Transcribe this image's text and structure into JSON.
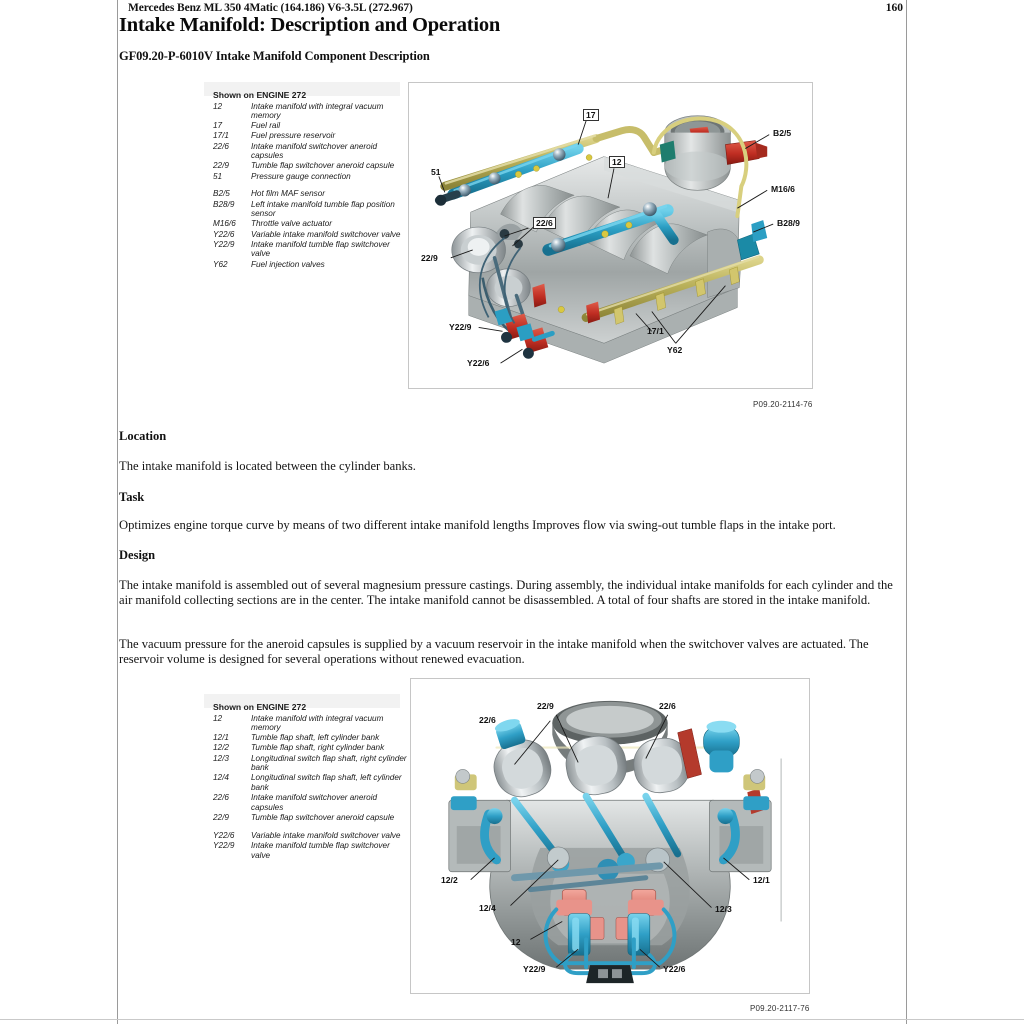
{
  "header": {
    "vehicle_line": "Mercedes Benz ML 350 4Matic (164.186) V6-3.5L (272.967)",
    "page_number": "160",
    "title": "Intake Manifold: Description and Operation",
    "subhead": "GF09.20-P-6010V Intake Manifold Component Description"
  },
  "sections": [
    {
      "heading": "Location",
      "body": "The intake manifold is located between the cylinder banks."
    },
    {
      "heading": "Task",
      "body": "Optimizes engine torque curve by means of two different intake manifold lengths Improves flow via swing-out tumble flaps in the intake port."
    },
    {
      "heading": "Design",
      "body": "The intake manifold is assembled out of several magnesium pressure castings. During assembly, the individual intake manifolds for each cylinder and the air manifold collecting sections are in the center. The intake manifold cannot be disassembled. A total of four shafts are stored in the intake manifold.",
      "body2": "The vacuum pressure for the aneroid capsules is supplied by a vacuum reservoir in the intake manifold when the switchover valves are actuated. The reservoir volume is designed for several operations without renewed evacuation."
    }
  ],
  "figure1": {
    "legend_title": "Shown on ENGINE 272",
    "legend_rows": [
      {
        "key": "12",
        "value": "Intake manifold with integral vacuum memory"
      },
      {
        "key": "17",
        "value": "Fuel rail"
      },
      {
        "key": "17/1",
        "value": "Fuel pressure reservoir"
      },
      {
        "key": "22/6",
        "value": "Intake manifold switchover aneroid capsules"
      },
      {
        "key": "22/9",
        "value": "Tumble flap switchover aneroid capsule"
      },
      {
        "key": "51",
        "value": "Pressure gauge connection"
      },
      {
        "key": "",
        "value": "",
        "gap": true
      },
      {
        "key": "B2/5",
        "value": "Hot film MAF sensor"
      },
      {
        "key": "B28/9",
        "value": "Left intake manifold tumble flap position sensor"
      },
      {
        "key": "M16/6",
        "value": "Throttle valve actuator"
      },
      {
        "key": "Y22/6",
        "value": "Variable intake manifold switchover valve"
      },
      {
        "key": "Y22/9",
        "value": "Intake manifold tumble flap switchover valve"
      },
      {
        "key": "Y62",
        "value": "Fuel injection valves"
      }
    ],
    "callouts": [
      {
        "label": "17",
        "boxed": false
      },
      {
        "label": "12",
        "boxed": true
      },
      {
        "label": "B2/5",
        "boxed": false
      },
      {
        "label": "M16/6",
        "boxed": false
      },
      {
        "label": "B28/9",
        "boxed": false
      },
      {
        "label": "51",
        "boxed": false
      },
      {
        "label": "22/6",
        "boxed": true
      },
      {
        "label": "22/9",
        "boxed": false
      },
      {
        "label": "Y22/9",
        "boxed": false
      },
      {
        "label": "Y22/6",
        "boxed": false
      },
      {
        "label": "17/1",
        "boxed": false
      },
      {
        "label": "Y62",
        "boxed": false
      }
    ],
    "caption": "P09.20-2114-76"
  },
  "figure2": {
    "legend_title": "Shown on ENGINE 272",
    "legend_rows": [
      {
        "key": "12",
        "value": "Intake manifold with integral vacuum memory"
      },
      {
        "key": "12/1",
        "value": "Tumble flap shaft, left cylinder bank"
      },
      {
        "key": "12/2",
        "value": "Tumble flap shaft, right cylinder bank"
      },
      {
        "key": "12/3",
        "value": "Longitudinal switch flap shaft, right cylinder bank"
      },
      {
        "key": "12/4",
        "value": "Longitudinal switch flap shaft, left cylinder bank"
      },
      {
        "key": "22/6",
        "value": "Intake manifold switchover aneroid capsules"
      },
      {
        "key": "22/9",
        "value": "Tumble flap switchover aneroid capsule"
      },
      {
        "key": "",
        "value": "",
        "gap": true
      },
      {
        "key": "Y22/6",
        "value": "Variable intake manifold switchover valve"
      },
      {
        "key": "Y22/9",
        "value": "Intake manifold tumble flap switchover valve"
      }
    ],
    "callouts": [
      {
        "label": "22/9"
      },
      {
        "label": "22/6"
      },
      {
        "label": "22/6"
      },
      {
        "label": "12/2"
      },
      {
        "label": "12/1"
      },
      {
        "label": "12/4"
      },
      {
        "label": "12/3"
      },
      {
        "label": "12"
      },
      {
        "label": "Y22/9"
      },
      {
        "label": "Y22/6"
      }
    ],
    "caption": "P09.20-2117-76"
  },
  "colors": {
    "fuel_rail": "#b5ad57",
    "bracket": "#2e9fc4",
    "manifold_body": "#b9bdbd",
    "accent_red": "#c0392b",
    "accent_teal": "#1b7f99",
    "rule": "#9a9a9a"
  }
}
